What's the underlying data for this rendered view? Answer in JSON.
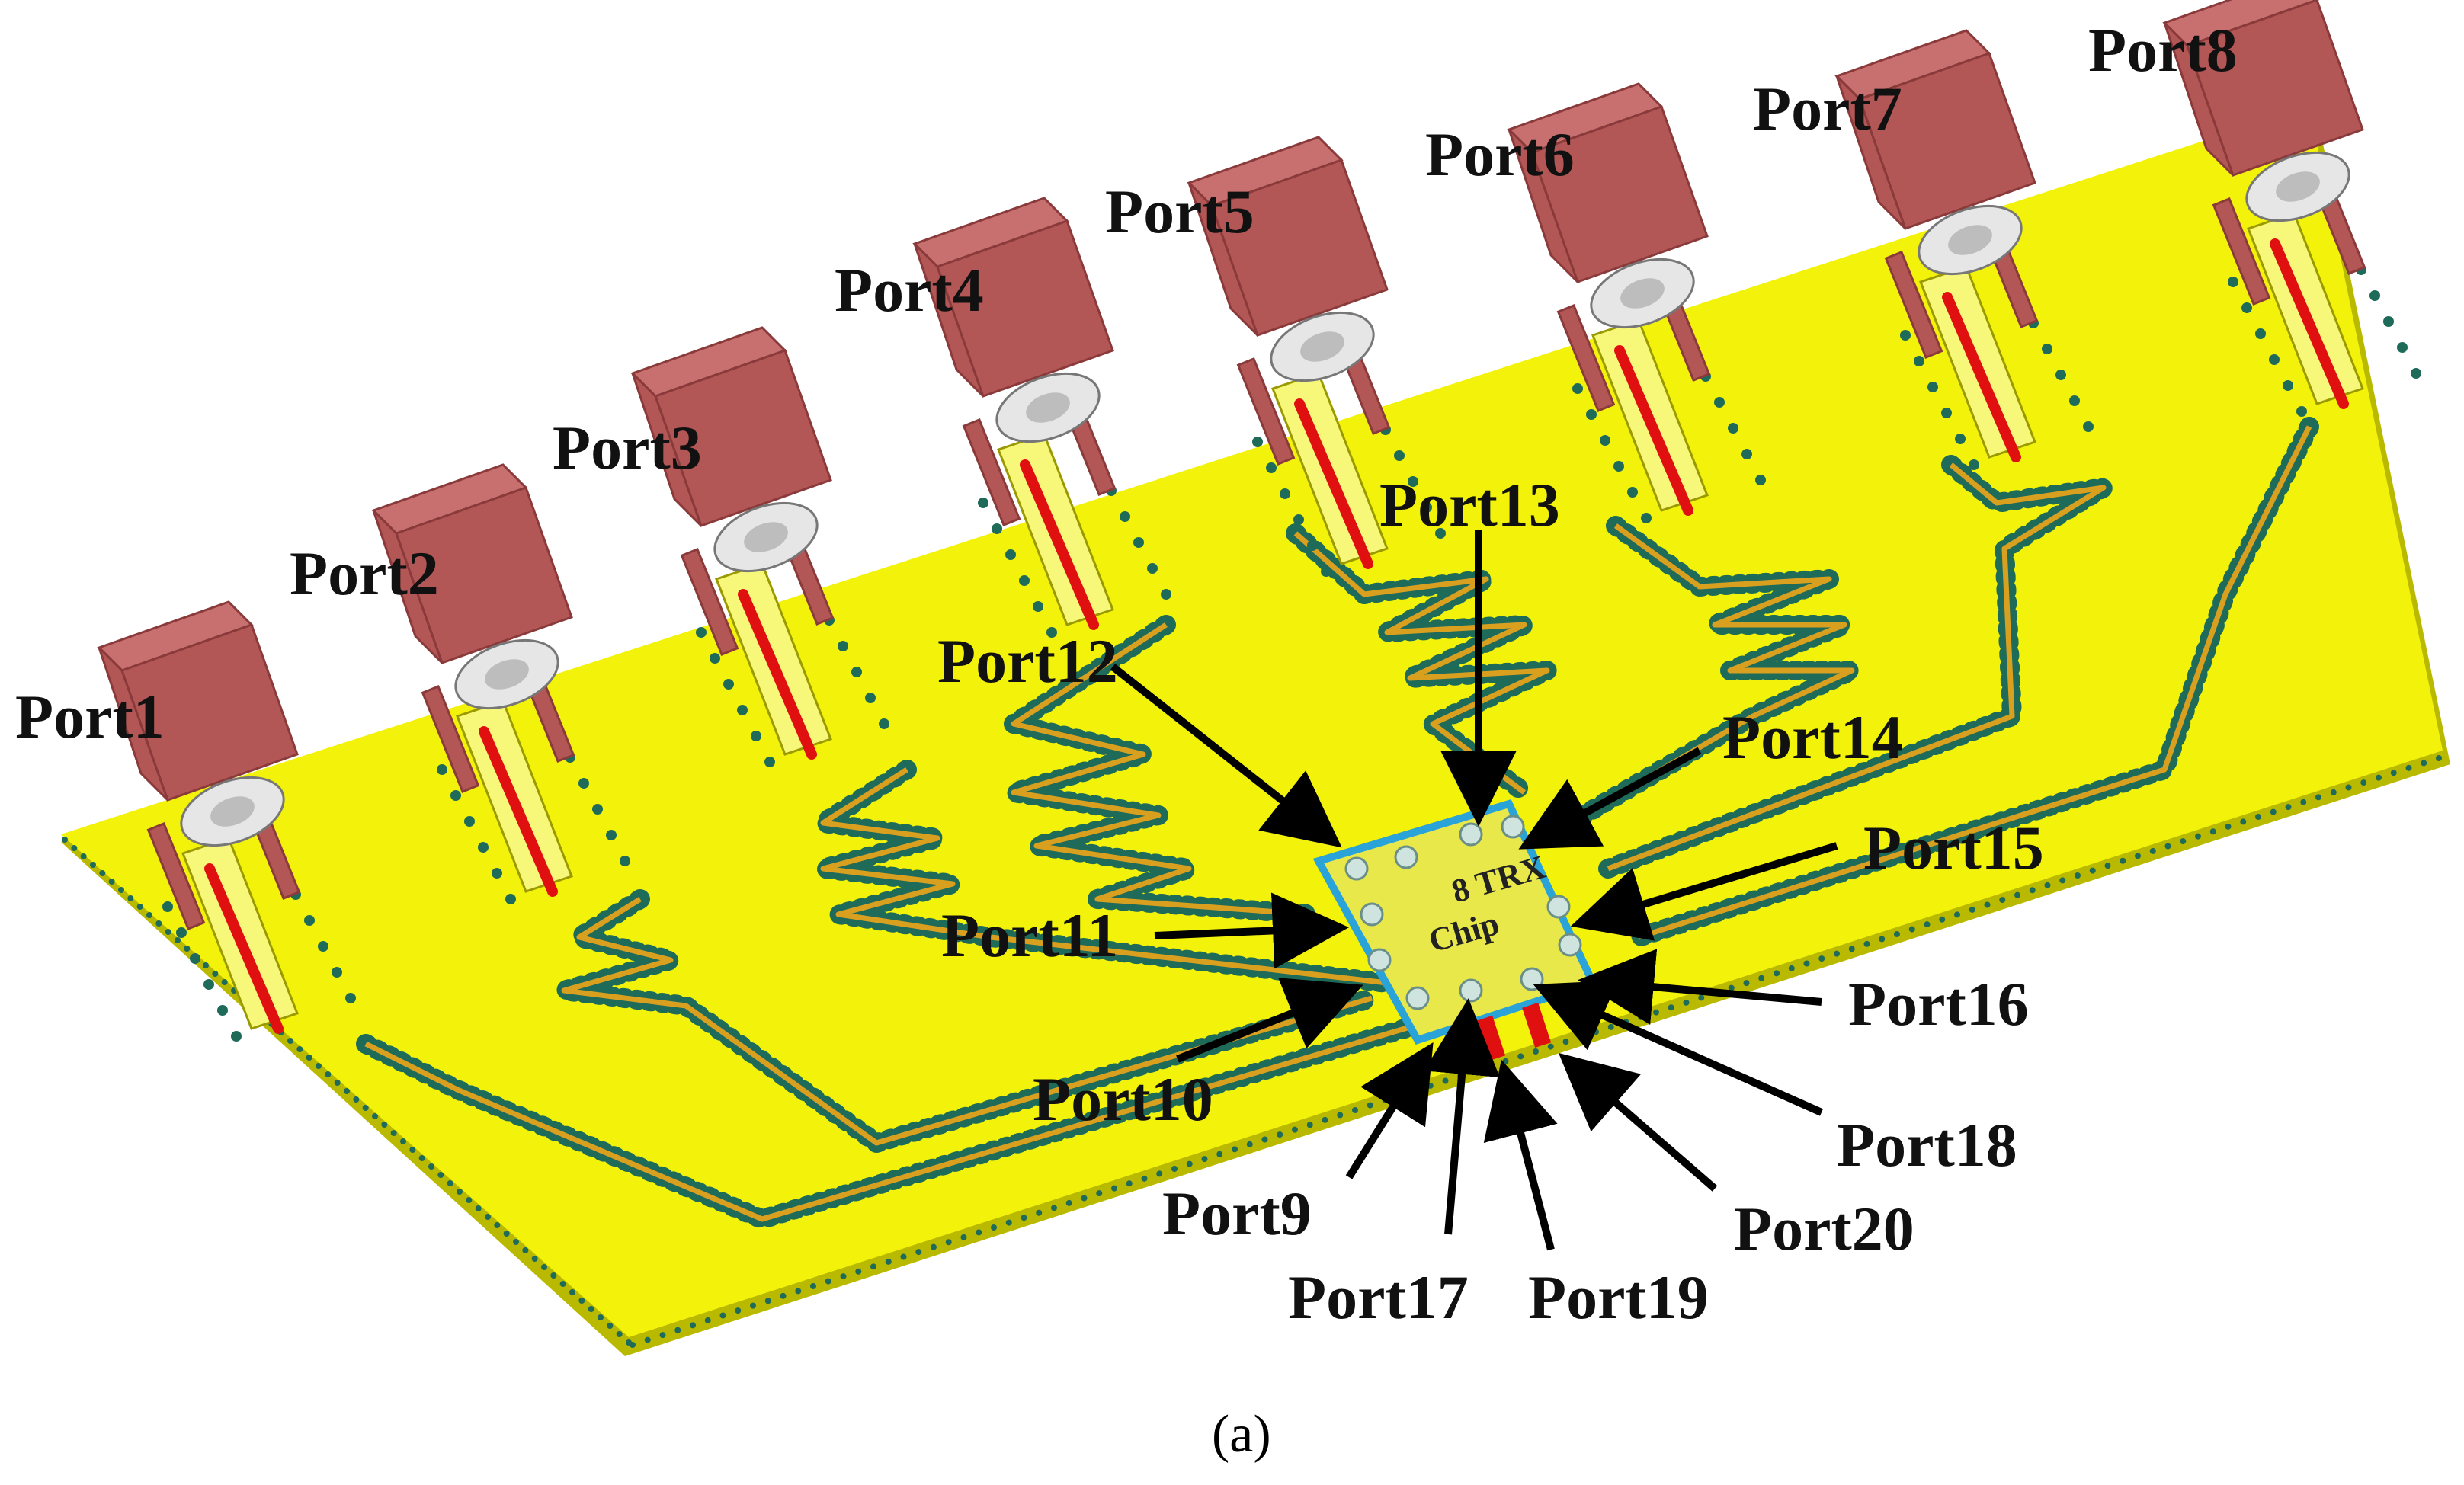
{
  "figure": {
    "caption": "(a)",
    "chip_label_line1": "8 TRX",
    "chip_label_line2": "Chip"
  },
  "ports": [
    {
      "label": "Port1"
    },
    {
      "label": "Port2"
    },
    {
      "label": "Port3"
    },
    {
      "label": "Port4"
    },
    {
      "label": "Port5"
    },
    {
      "label": "Port6"
    },
    {
      "label": "Port7"
    },
    {
      "label": "Port8"
    },
    {
      "label": "Port9"
    },
    {
      "label": "Port10"
    },
    {
      "label": "Port11"
    },
    {
      "label": "Port12"
    },
    {
      "label": "Port13"
    },
    {
      "label": "Port14"
    },
    {
      "label": "Port15"
    },
    {
      "label": "Port16"
    },
    {
      "label": "Port17"
    },
    {
      "label": "Port18"
    },
    {
      "label": "Port19"
    },
    {
      "label": "Port20"
    }
  ],
  "colors": {
    "board": "#f2f20a",
    "board_edge": "#b9b900",
    "connector": "#b35656",
    "connector_dark": "#8a3a3a",
    "trace": "#d9a020",
    "via": "#1f6b5a",
    "feed_red": "#e01010",
    "chip_outline": "#29a3d8"
  }
}
